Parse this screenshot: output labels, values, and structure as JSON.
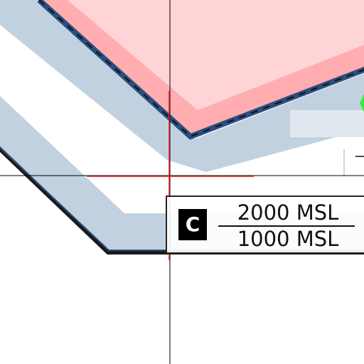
{
  "colors": {
    "restricted_fill": "#ffd4d6",
    "restricted_edge": "#ffadb1",
    "buffer_band": "#c2d1e0",
    "boundary_line": "#2a4f7f",
    "boundary_dash": "#111111",
    "crosshair": "#e02020",
    "grid_line": "#000000",
    "marker": "#33ee33"
  },
  "airspace_label": {
    "class_letter": "C",
    "ceiling": "2000 MSL",
    "floor": "1000 MSL"
  },
  "icons": {
    "crosshair": "crosshair-icon",
    "marker": "green-arrow-icon"
  }
}
